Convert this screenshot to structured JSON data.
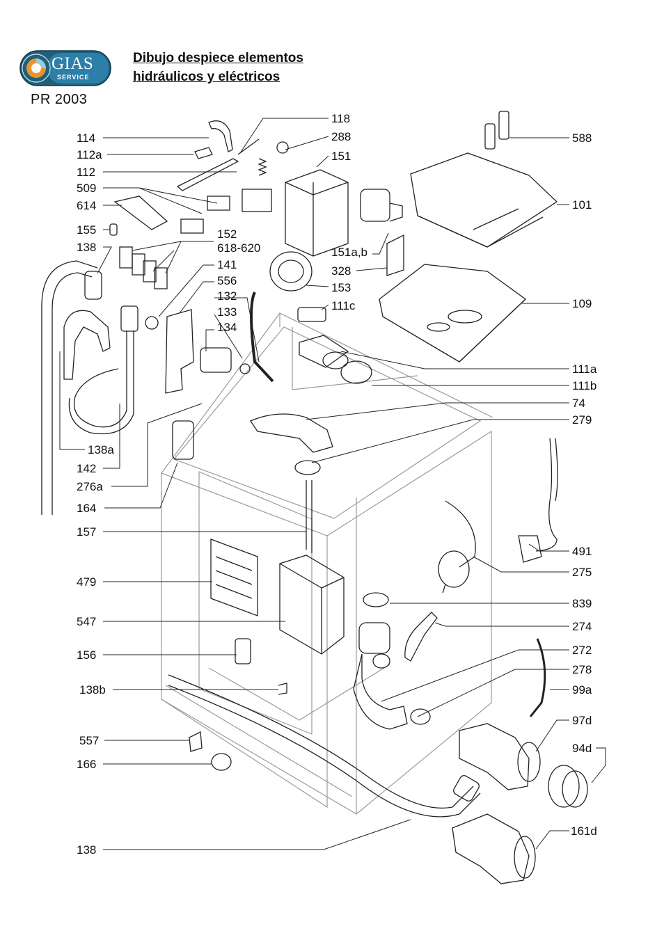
{
  "header": {
    "title_line1": "Dibujo despiece elementos",
    "title_line2": "hidráulicos y eléctricos",
    "model": "PR 2003"
  },
  "logo": {
    "brand": "GIAS",
    "sub": "SERVICE",
    "colors": {
      "ring": "#1f5f7a",
      "accent": "#e8952a",
      "inner": "#2c7fa8"
    }
  },
  "labels": {
    "l114": "114",
    "l112a": "112a",
    "l112": "112",
    "l509": "509",
    "l614": "614",
    "l155": "155",
    "l138_top": "138",
    "l138a": "138a",
    "l142": "142",
    "l276a": "276a",
    "l164": "164",
    "l157": "157",
    "l479": "479",
    "l547": "547",
    "l156": "156",
    "l138b": "138b",
    "l557": "557",
    "l166": "166",
    "l138_bottom": "138",
    "l118": "118",
    "l288": "288",
    "l151": "151",
    "l152": "152",
    "l618_620": "618-620",
    "l141": "141",
    "l556": "556",
    "l132": "132",
    "l133": "133",
    "l134": "134",
    "l151ab": "151a,b",
    "l328": "328",
    "l153": "153",
    "l111c": "111c",
    "l588": "588",
    "l101": "101",
    "l109": "109",
    "l111a": "111a",
    "l111b": "111b",
    "l74": "74",
    "l279": "279",
    "l491": "491",
    "l275": "275",
    "l839": "839",
    "l274": "274",
    "l272": "272",
    "l278": "278",
    "l99a": "99a",
    "l97d": "97d",
    "l94d": "94d",
    "l161d": "161d"
  }
}
